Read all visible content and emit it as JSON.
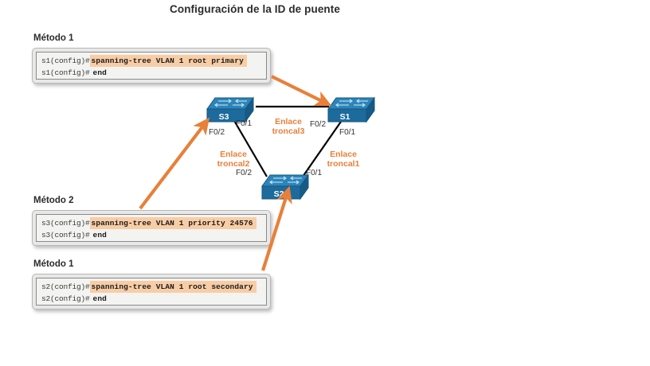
{
  "title": "Configuración de la ID de puente",
  "colors": {
    "highlight": "#f8cda6",
    "arrow": "#e8803a",
    "trunk_text": "#e8803a",
    "switch_body": "#1d6b9c",
    "switch_top": "#2d84b8",
    "link": "#000000"
  },
  "methods": [
    {
      "label": "Método 1",
      "lines": [
        {
          "prompt": "s1(config)#",
          "command": "spanning-tree VLAN 1 root primary",
          "highlighted": true
        },
        {
          "prompt": "s1(config)#",
          "command": "end",
          "highlighted": false
        }
      ]
    },
    {
      "label": "Método 2",
      "lines": [
        {
          "prompt": "s3(config)#",
          "command": "spanning-tree VLAN 1 priority 24576",
          "highlighted": true
        },
        {
          "prompt": "s3(config)#",
          "command": "end",
          "highlighted": false
        }
      ]
    },
    {
      "label": "Método 1",
      "lines": [
        {
          "prompt": "s2(config)#",
          "command": "spanning-tree VLAN 1 root secondary",
          "highlighted": true
        },
        {
          "prompt": "s2(config)#",
          "command": "end",
          "highlighted": false
        }
      ]
    }
  ],
  "topology": {
    "switches": [
      {
        "id": "s3",
        "name": "S3"
      },
      {
        "id": "s1",
        "name": "S1"
      },
      {
        "id": "s2",
        "name": "S2"
      }
    ],
    "ports": [
      {
        "id": "s3-f02",
        "label": "F0/2"
      },
      {
        "id": "s3-f01",
        "label": "F0/1"
      },
      {
        "id": "s1-f02",
        "label": "F0/2"
      },
      {
        "id": "s1-f01",
        "label": "F0/1"
      },
      {
        "id": "s2-f02",
        "label": "F0/2"
      },
      {
        "id": "s2-f01",
        "label": "F0/1"
      }
    ],
    "trunks": [
      {
        "id": "trunk3",
        "line1": "Enlace",
        "line2": "troncal3"
      },
      {
        "id": "trunk2",
        "line1": "Enlace",
        "line2": "troncal2"
      },
      {
        "id": "trunk1",
        "line1": "Enlace",
        "line2": "troncal1"
      }
    ]
  }
}
